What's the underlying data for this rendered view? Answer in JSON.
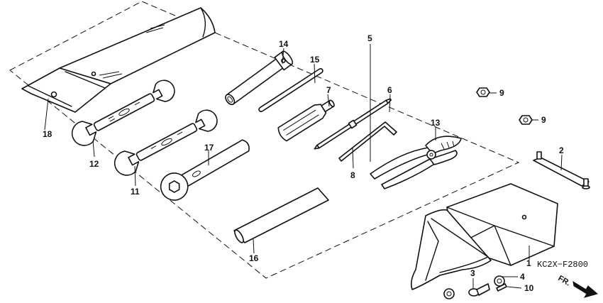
{
  "diagram": {
    "code": "KC2X−F2800",
    "direction": "FR.",
    "callouts": {
      "c1": "1",
      "c2": "2",
      "c3": "3",
      "c4": "4",
      "c5": "5",
      "c6": "6",
      "c7": "7",
      "c8": "8",
      "c9a": "9",
      "c9b": "9",
      "c10": "10",
      "c11": "11",
      "c12": "12",
      "c13": "13",
      "c14": "14",
      "c15": "15",
      "c16": "16",
      "c17": "17",
      "c18": "18"
    }
  }
}
